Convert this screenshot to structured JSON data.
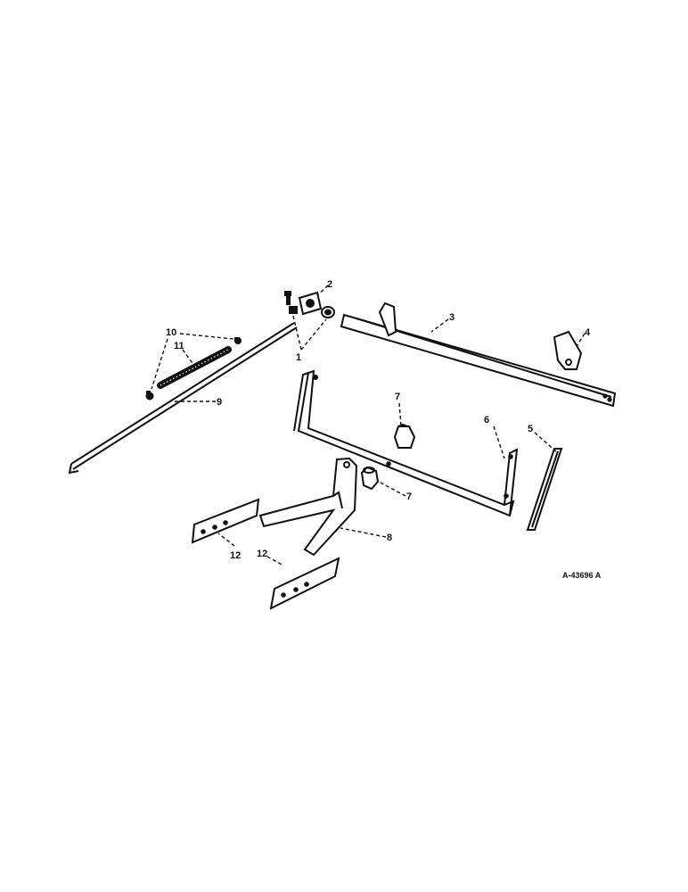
{
  "diagram": {
    "callouts": [
      {
        "id": "c1",
        "label": "1"
      },
      {
        "id": "c2",
        "label": "2"
      },
      {
        "id": "c3",
        "label": "3"
      },
      {
        "id": "c4",
        "label": "4"
      },
      {
        "id": "c5",
        "label": "5"
      },
      {
        "id": "c6",
        "label": "6"
      },
      {
        "id": "c7a",
        "label": "7"
      },
      {
        "id": "c7b",
        "label": "7"
      },
      {
        "id": "c8",
        "label": "8"
      },
      {
        "id": "c9",
        "label": "9"
      },
      {
        "id": "c10",
        "label": "10"
      },
      {
        "id": "c11",
        "label": "11"
      },
      {
        "id": "c12a",
        "label": "12"
      },
      {
        "id": "c12b",
        "label": "12"
      }
    ],
    "reference_code": "A-43696 A"
  },
  "colors": {
    "ink": "#111111",
    "background": "#ffffff"
  }
}
